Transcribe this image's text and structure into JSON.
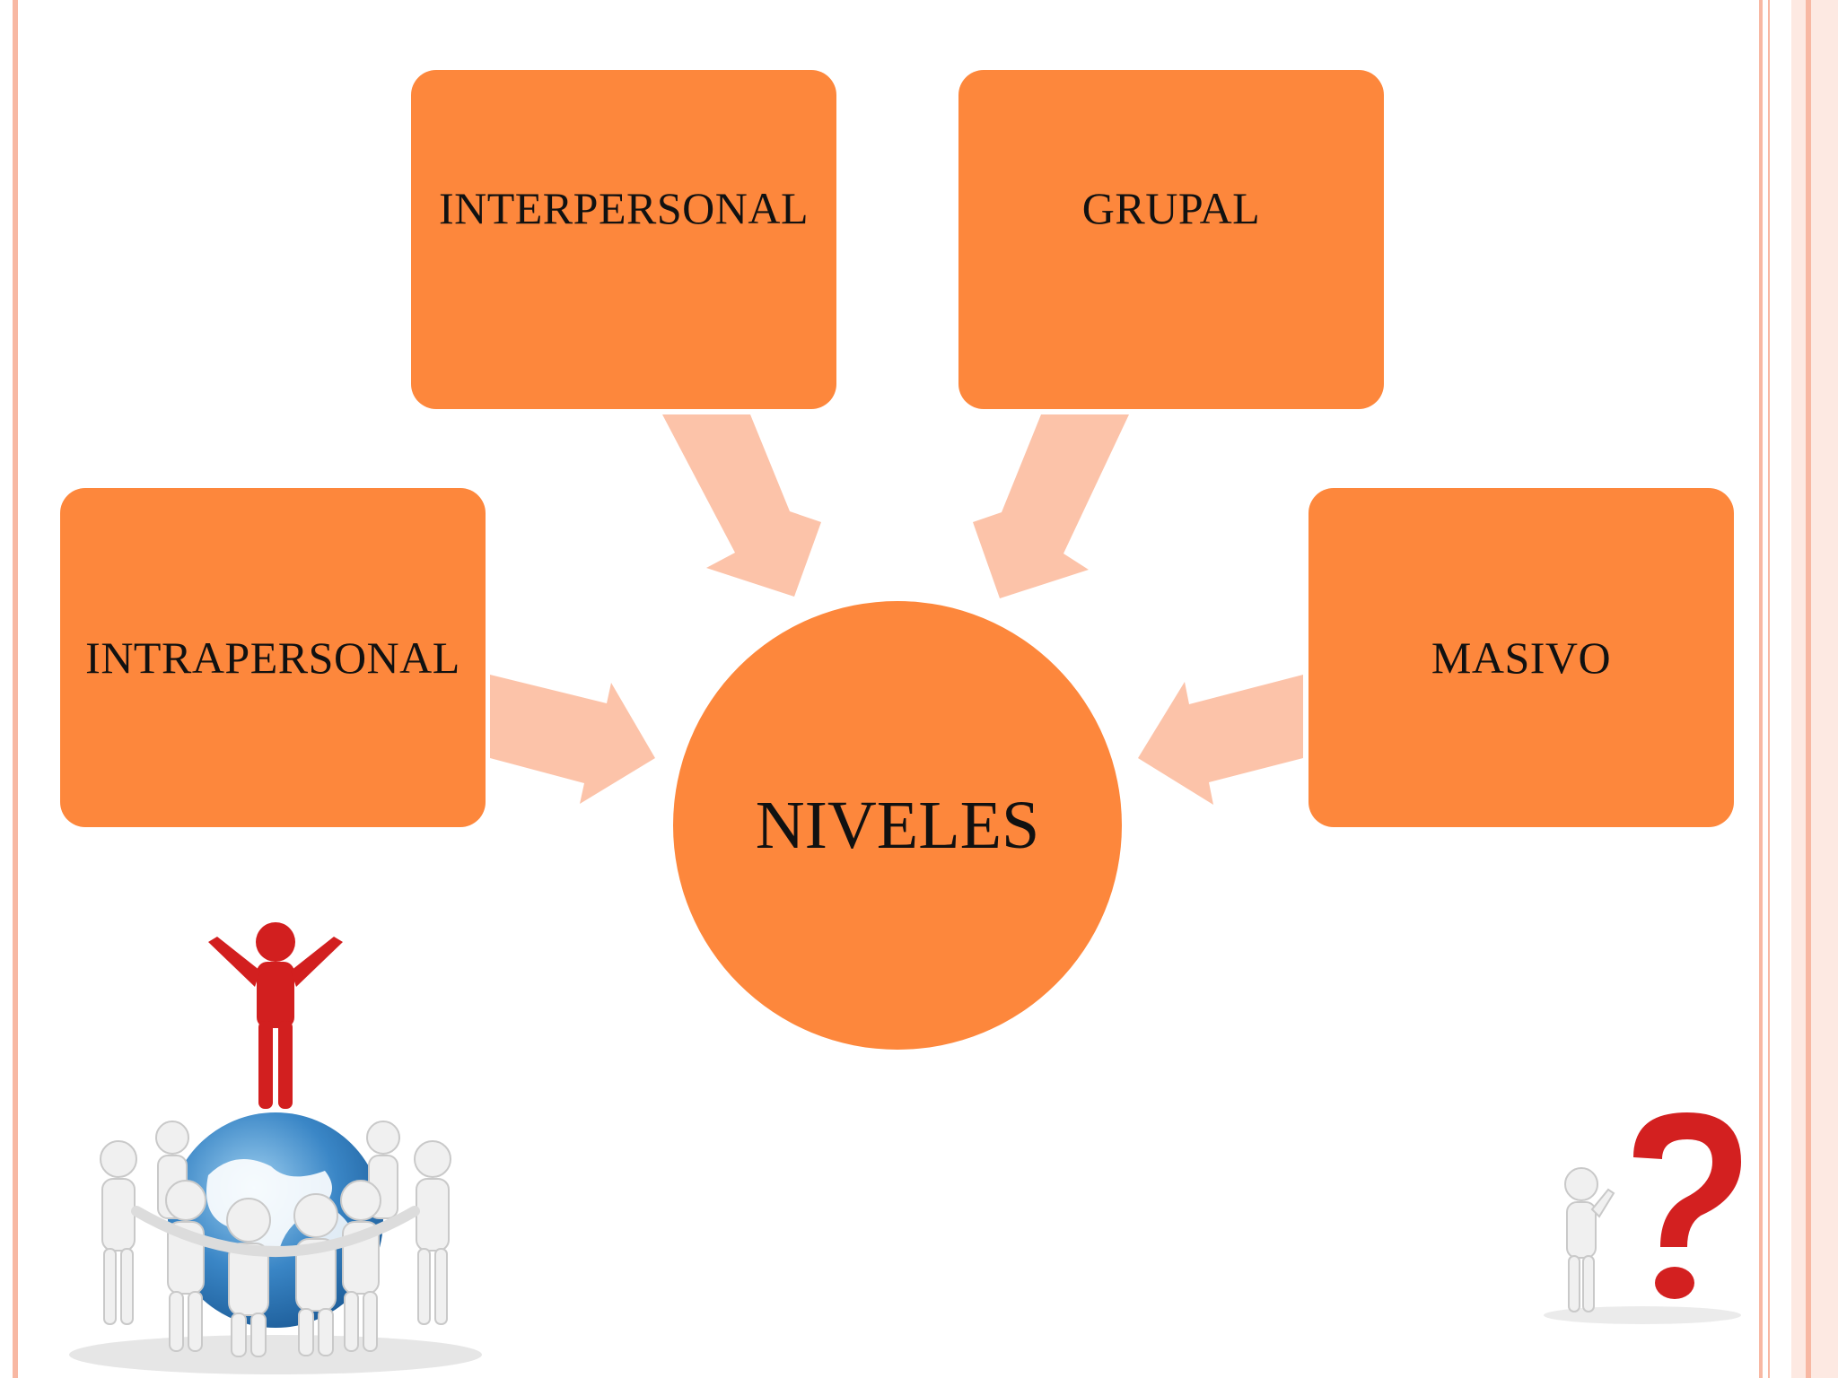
{
  "diagram": {
    "center": {
      "label": "NIVELES"
    },
    "levels": [
      {
        "label": "INTRAPERSONAL"
      },
      {
        "label": "INTERPERSONAL"
      },
      {
        "label": "GRUPAL"
      },
      {
        "label": "MASIVO"
      }
    ]
  },
  "colors": {
    "box_fill": "#fd873c",
    "arrow_fill": "#fcc3a9",
    "border_accent": "#f8b8a3",
    "text": "#111111"
  },
  "illustrations": [
    {
      "icon": "people-around-globe-icon"
    },
    {
      "icon": "question-mark-figure-icon"
    }
  ]
}
